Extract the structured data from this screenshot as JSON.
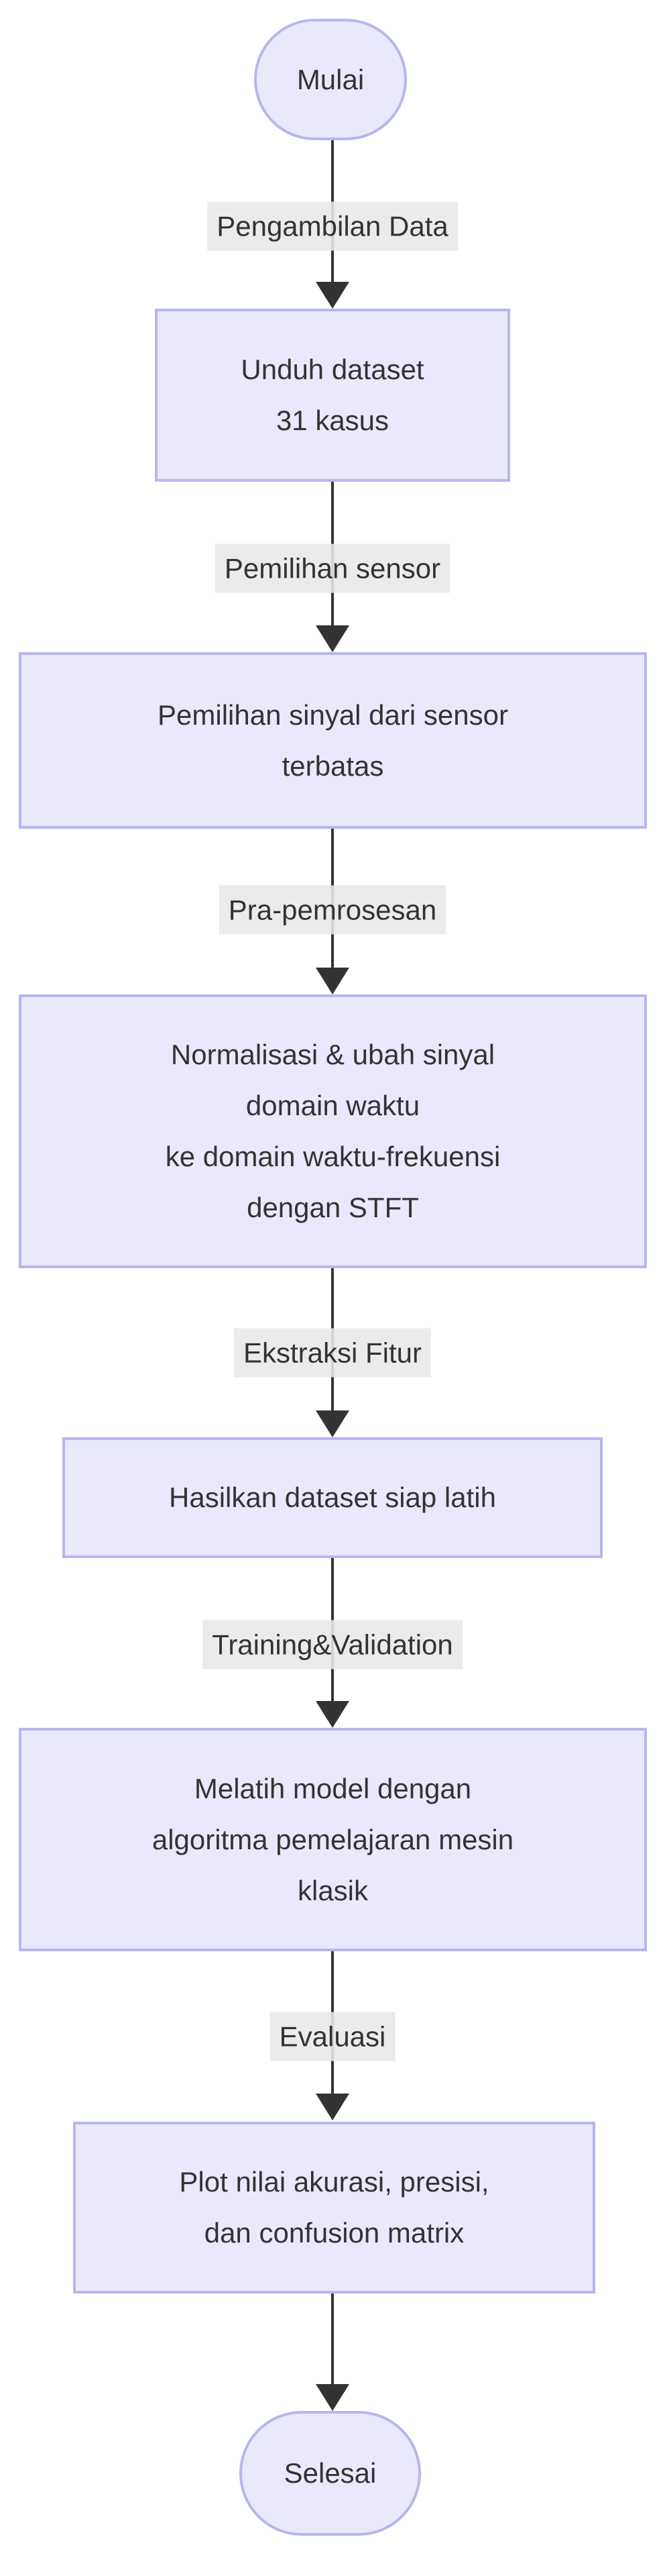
{
  "diagram": {
    "type": "flowchart",
    "direction": "top-down",
    "colors": {
      "background": "#FFFFFF",
      "node_fill": "#E9E9FB",
      "node_border": "#B6B6EE",
      "edge_line": "#333333",
      "edge_label_bg": "#E8E8E8",
      "text": "#333333"
    },
    "nodes": [
      {
        "id": "start",
        "shape": "stadium",
        "lines": [
          "Mulai"
        ]
      },
      {
        "id": "unduh-dataset",
        "shape": "rect",
        "lines": [
          "Unduh dataset",
          "31 kasus"
        ]
      },
      {
        "id": "pemilihan-sinyal",
        "shape": "rect",
        "lines": [
          "Pemilihan sinyal dari sensor",
          "terbatas"
        ]
      },
      {
        "id": "normalisasi-stft",
        "shape": "rect",
        "lines": [
          "Normalisasi & ubah sinyal",
          "domain waktu",
          "ke domain waktu-frekuensi",
          "dengan STFT"
        ]
      },
      {
        "id": "dataset-siap-latih",
        "shape": "rect",
        "lines": [
          "Hasilkan dataset siap latih"
        ]
      },
      {
        "id": "melatih-model",
        "shape": "rect",
        "lines": [
          "Melatih model dengan",
          "algoritma pemelajaran mesin",
          "klasik"
        ]
      },
      {
        "id": "plot-evaluasi",
        "shape": "rect",
        "lines": [
          "Plot nilai akurasi, presisi,",
          "dan confusion matrix"
        ]
      },
      {
        "id": "end",
        "shape": "stadium",
        "lines": [
          "Selesai"
        ]
      }
    ],
    "edges": [
      {
        "from": "start",
        "to": "unduh-dataset",
        "label": "Pengambilan Data"
      },
      {
        "from": "unduh-dataset",
        "to": "pemilihan-sinyal",
        "label": "Pemilihan sensor"
      },
      {
        "from": "pemilihan-sinyal",
        "to": "normalisasi-stft",
        "label": "Pra-pemrosesan"
      },
      {
        "from": "normalisasi-stft",
        "to": "dataset-siap-latih",
        "label": "Ekstraksi Fitur"
      },
      {
        "from": "dataset-siap-latih",
        "to": "melatih-model",
        "label": "Training&Validation"
      },
      {
        "from": "melatih-model",
        "to": "plot-evaluasi",
        "label": "Evaluasi"
      },
      {
        "from": "plot-evaluasi",
        "to": "end",
        "label": ""
      }
    ]
  }
}
